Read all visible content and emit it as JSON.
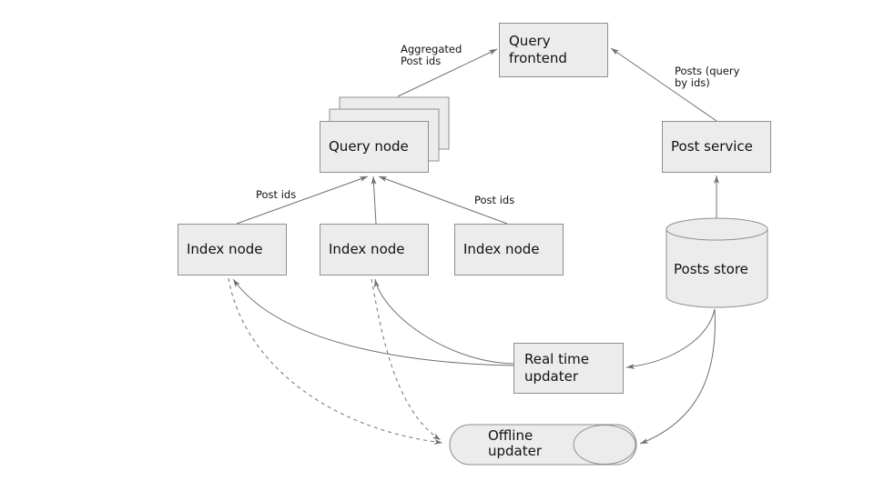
{
  "diagram": {
    "nodes": {
      "query_frontend": {
        "line1": "Query",
        "line2": "frontend"
      },
      "query_node": {
        "label": "Query node"
      },
      "index_node_1": {
        "label": "Index node"
      },
      "index_node_2": {
        "label": "Index node"
      },
      "index_node_3": {
        "label": "Index node"
      },
      "post_service": {
        "label": "Post service"
      },
      "posts_store": {
        "label": "Posts store"
      },
      "real_time_updater": {
        "line1": "Real time",
        "line2": "updater"
      },
      "offline_updater": {
        "line1": "Offline",
        "line2": "updater"
      }
    },
    "edge_labels": {
      "aggregated_post_ids_line1": "Aggregated",
      "aggregated_post_ids_line2": "Post ids",
      "posts_query_line1": "Posts (query",
      "posts_query_line2": "by ids)",
      "post_ids_left": "Post ids",
      "post_ids_right": "Post ids"
    },
    "colors": {
      "node_fill": "#ececec",
      "node_border": "#8f8f8f",
      "connector": "#707070",
      "text": "#111111",
      "background": "#ffffff"
    }
  }
}
